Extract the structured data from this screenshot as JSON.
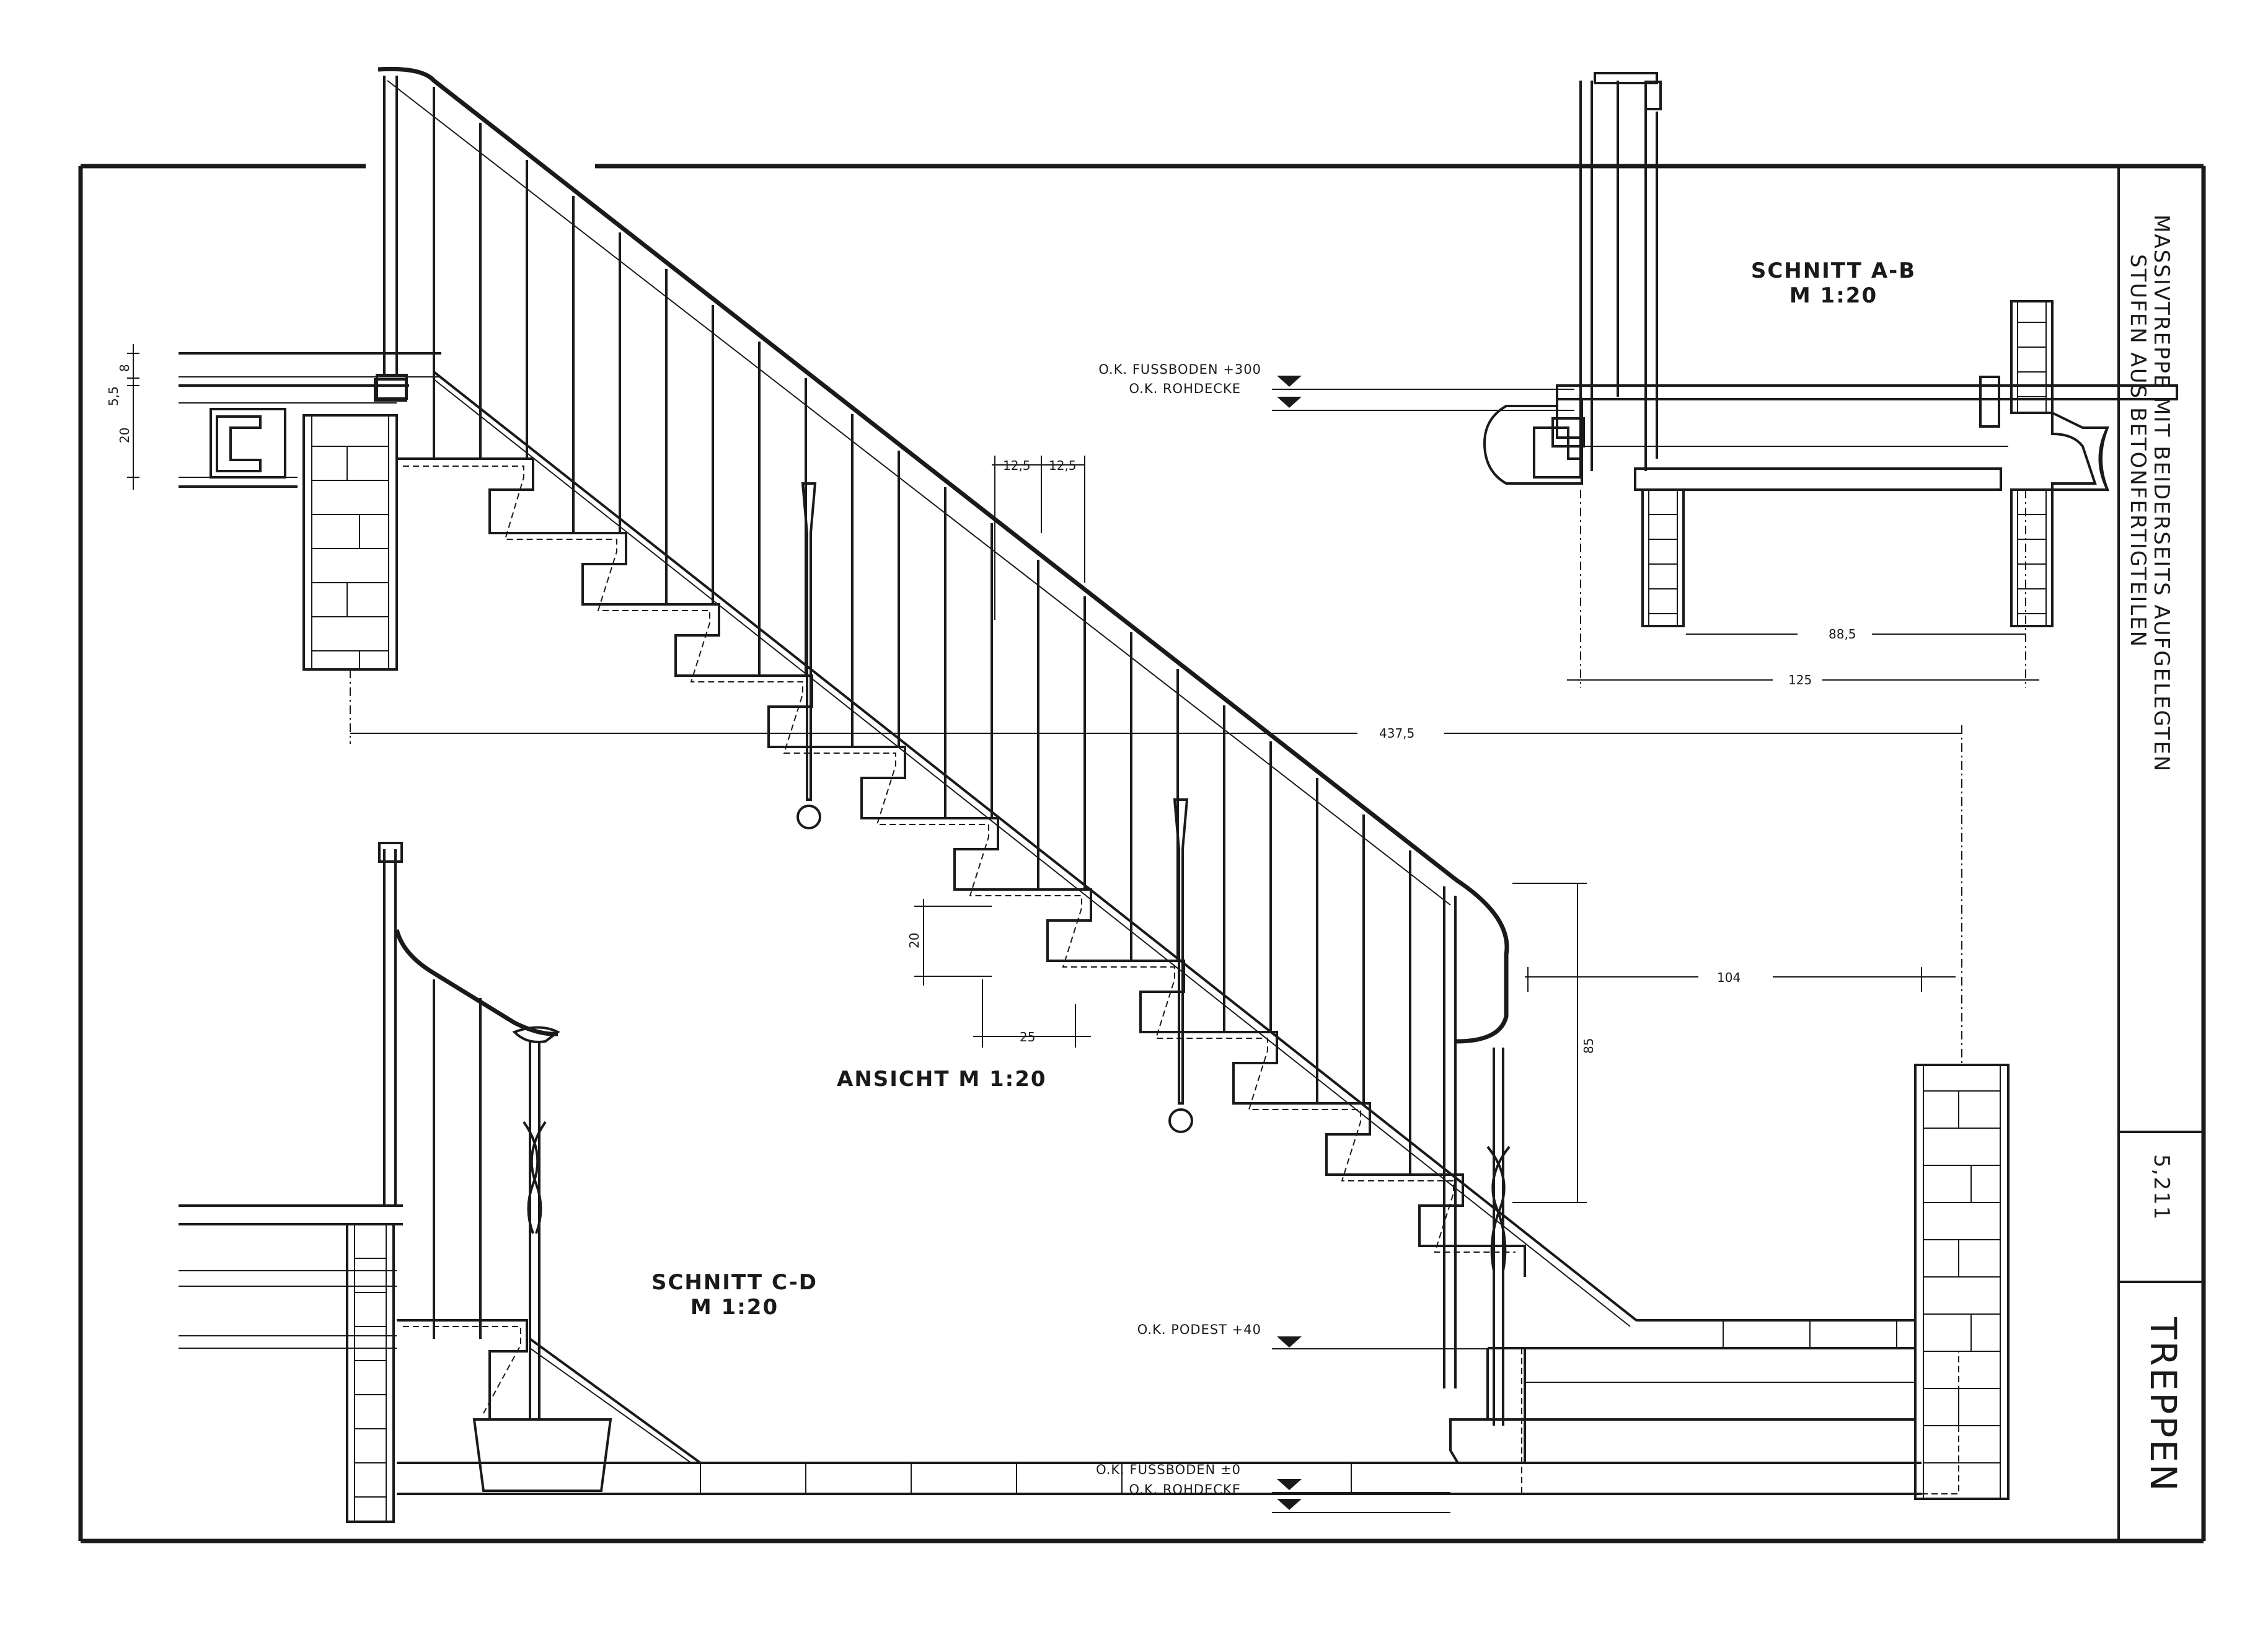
{
  "title_block": {
    "heading_line1": "MASSIVTREPPE MIT BEIDERSEITS AUFGELEGTEN",
    "heading_line2": "STUFEN AUS BETONFERTIGTEILEN",
    "sheet_number": "5,211",
    "topic": "TREPPEN"
  },
  "views": {
    "section_ab": {
      "name": "SCHNITT A-B",
      "scale": "M 1:20"
    },
    "elevation": {
      "name": "ANSICHT M 1:20"
    },
    "section_cd": {
      "name": "SCHNITT C-D",
      "scale": "M 1:20"
    }
  },
  "levels": {
    "upper_floor": "O.K. FUSSBODEN +300",
    "upper_slab": "O.K. ROHDECKE",
    "landing": "O.K. PODEST +40",
    "ground_floor": "O.K. FUSSBODEN ±0",
    "ground_slab": "O.K. ROHDECKE"
  },
  "dimensions": {
    "overall_run": "437,5",
    "tread": "25",
    "riser": "20",
    "nosing_a": "12,5",
    "nosing_b": "12,5",
    "floor_finish": "8",
    "screed": "5,5",
    "slab": "20",
    "landing_width": "104",
    "handrail_height": "85",
    "stair_width": "88,5",
    "total_width": "125"
  },
  "colors": {
    "ink": "#1a1a1a",
    "paper": "#ffffff"
  }
}
